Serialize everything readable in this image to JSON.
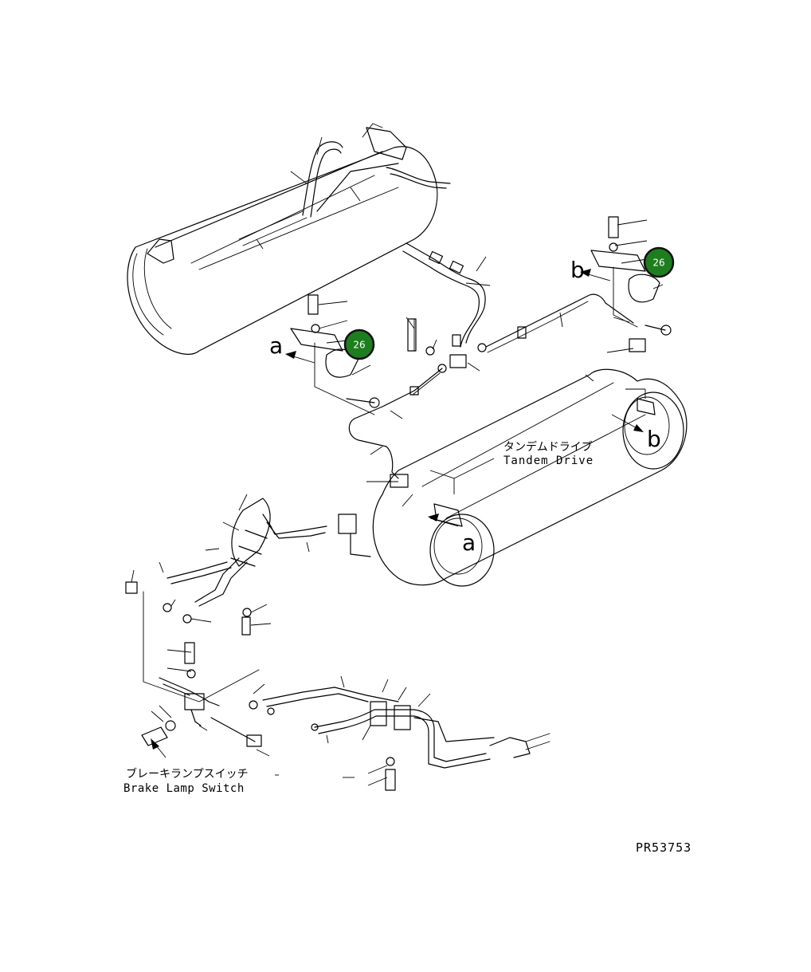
{
  "labels": {
    "tandem_drive_jp": "タンデムドライブ",
    "tandem_drive_en": "Tandem Drive",
    "brake_lamp_switch_jp": "ブレーキランプスイッチ",
    "brake_lamp_switch_en": "Brake Lamp Switch",
    "drawing_number": "PR53753",
    "view_a": "a",
    "view_b": "b"
  },
  "callouts": [
    {
      "number": "26"
    },
    {
      "number": "26"
    }
  ],
  "colors": {
    "callout_fill": "#1e7d1e",
    "line": "#000000",
    "background": "#ffffff"
  }
}
